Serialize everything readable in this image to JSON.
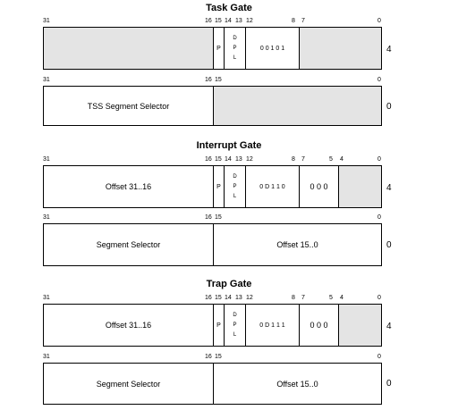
{
  "task": {
    "title": "Task Gate",
    "top": {
      "bits": {
        "b31": "31",
        "b16": "16",
        "b15": "15",
        "b14": "14",
        "b13": "13",
        "b12": "12",
        "b8": "8",
        "b7": "7",
        "b0": "0"
      },
      "p": "P",
      "dpl": [
        "D",
        "P",
        "L"
      ],
      "type": "0 0 1 0 1",
      "offset": "4"
    },
    "bottom": {
      "bits": {
        "b31": "31",
        "b16": "16",
        "b15": "15",
        "b0": "0"
      },
      "left": "TSS Segment Selector",
      "offset": "0"
    }
  },
  "interrupt": {
    "title": "Interrupt Gate",
    "top": {
      "bits": {
        "b31": "31",
        "b16": "16",
        "b15": "15",
        "b14": "14",
        "b13": "13",
        "b12": "12",
        "b8": "8",
        "b7": "7",
        "b5": "5",
        "b4": "4",
        "b0": "0"
      },
      "left": "Offset 31..16",
      "p": "P",
      "dpl": [
        "D",
        "P",
        "L"
      ],
      "type": "0 D 1 1 0",
      "zeros": "0 0 0",
      "offset": "4"
    },
    "bottom": {
      "bits": {
        "b31": "31",
        "b16": "16",
        "b15": "15",
        "b0": "0"
      },
      "left": "Segment Selector",
      "right": "Offset 15..0",
      "offset": "0"
    }
  },
  "trap": {
    "title": "Trap Gate",
    "top": {
      "bits": {
        "b31": "31",
        "b16": "16",
        "b15": "15",
        "b14": "14",
        "b13": "13",
        "b12": "12",
        "b8": "8",
        "b7": "7",
        "b5": "5",
        "b4": "4",
        "b0": "0"
      },
      "left": "Offset 31..16",
      "p": "P",
      "dpl": [
        "D",
        "P",
        "L"
      ],
      "type": "0 D 1 1 1",
      "zeros": "0 0 0",
      "offset": "4"
    },
    "bottom": {
      "bits": {
        "b31": "31",
        "b16": "16",
        "b15": "15",
        "b0": "0"
      },
      "left": "Segment Selector",
      "right": "Offset 15..0",
      "offset": "0"
    }
  }
}
